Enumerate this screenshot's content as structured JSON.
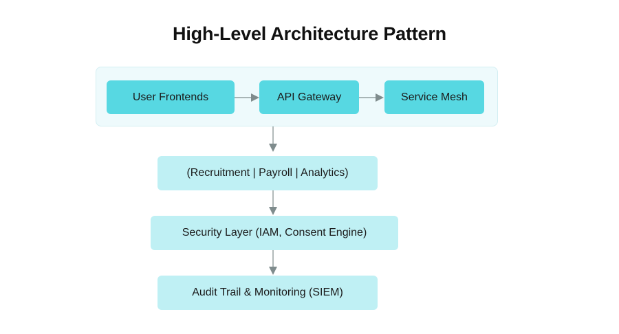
{
  "title": "High-Level Architecture Pattern",
  "colors": {
    "container_bg": "#eefafc",
    "container_border": "#d3eef2",
    "top_node": "#57d8e2",
    "layer_node": "#bff0f4",
    "connector": "#7f8c8d"
  },
  "top_row": [
    {
      "label": "User Frontends"
    },
    {
      "label": "API Gateway"
    },
    {
      "label": "Service Mesh"
    }
  ],
  "layers": [
    {
      "label": "(Recruitment | Payroll | Analytics)"
    },
    {
      "label": "Security Layer (IAM, Consent Engine)"
    },
    {
      "label": "Audit Trail & Monitoring (SIEM)"
    }
  ],
  "edges": [
    {
      "from": "User Frontends",
      "to": "API Gateway"
    },
    {
      "from": "API Gateway",
      "to": "Service Mesh"
    },
    {
      "from": "Top Row",
      "to": "(Recruitment | Payroll | Analytics)"
    },
    {
      "from": "(Recruitment | Payroll | Analytics)",
      "to": "Security Layer (IAM, Consent Engine)"
    },
    {
      "from": "Security Layer (IAM, Consent Engine)",
      "to": "Audit Trail & Monitoring (SIEM)"
    }
  ]
}
